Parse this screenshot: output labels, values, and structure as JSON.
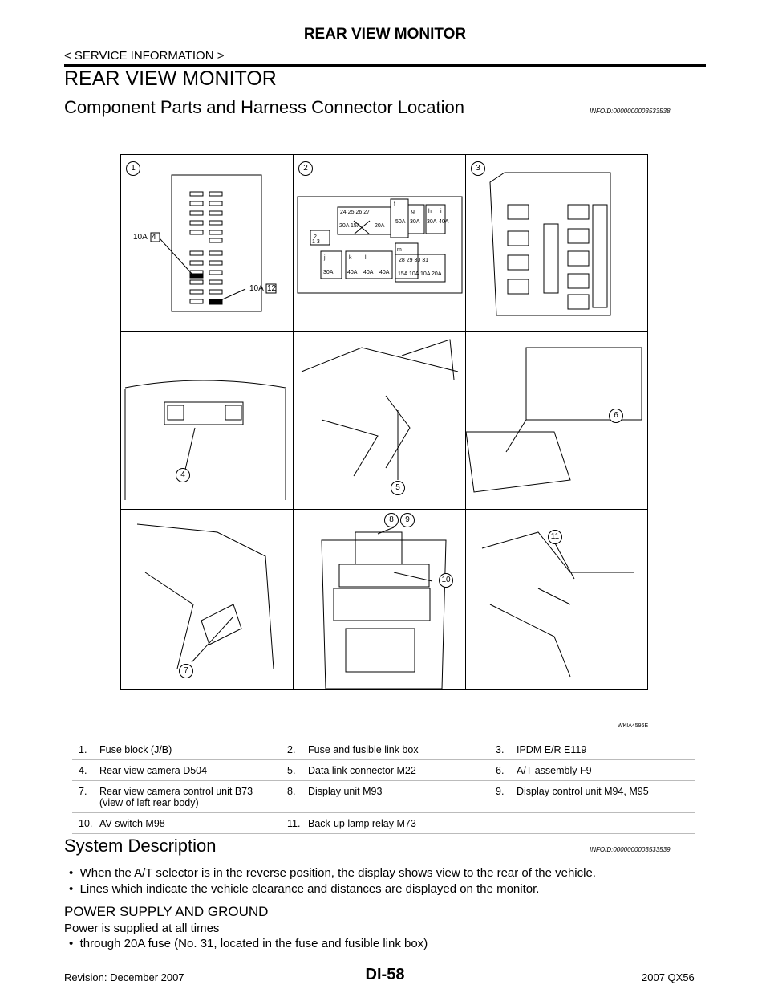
{
  "header": {
    "title": "REAR VIEW MONITOR",
    "section": "< SERVICE INFORMATION >"
  },
  "page_title": "REAR VIEW MONITOR",
  "section1": {
    "title": "Component Parts and Harness Connector Location",
    "info_id": "INFOID:0000000003533538"
  },
  "figure": {
    "code": "WKIA4596E",
    "callouts": [
      "1",
      "2",
      "3",
      "4",
      "5",
      "6",
      "7",
      "8",
      "9",
      "10",
      "11"
    ],
    "fuse_labels": {
      "fuse_4": "4",
      "fuse_4_amp": "10A",
      "fuse_12": "12",
      "fuse_12_amp": "10A"
    }
  },
  "legend": [
    [
      {
        "num": "1.",
        "text": "Fuse block (J/B)"
      },
      {
        "num": "2.",
        "text": "Fuse and fusible link box"
      },
      {
        "num": "3.",
        "text": "IPDM E/R E119"
      }
    ],
    [
      {
        "num": "4.",
        "text": "Rear view camera D504"
      },
      {
        "num": "5.",
        "text": "Data link connector M22"
      },
      {
        "num": "6.",
        "text": "A/T assembly F9"
      }
    ],
    [
      {
        "num": "7.",
        "text": "Rear view camera control unit B73 (view of left rear body)"
      },
      {
        "num": "8.",
        "text": "Display unit M93"
      },
      {
        "num": "9.",
        "text": "Display control unit M94, M95"
      }
    ],
    [
      {
        "num": "10.",
        "text": "AV switch M98"
      },
      {
        "num": "11.",
        "text": "Back-up lamp relay M73"
      },
      {
        "num": "",
        "text": ""
      }
    ]
  ],
  "section2": {
    "title": "System Description",
    "info_id": "INFOID:0000000003533539",
    "bullets": [
      "When the A/T selector is in the reverse position, the display shows view to the rear of the vehicle.",
      "Lines which indicate the vehicle clearance and distances are displayed on the monitor."
    ]
  },
  "power": {
    "heading": "POWER SUPPLY AND GROUND",
    "text": "Power is supplied at all times",
    "bullet": "through 20A fuse (No. 31, located in the fuse and fusible link box)"
  },
  "footer": {
    "revision": "Revision: December 2007",
    "page": "DI-58",
    "model": "2007 QX56"
  }
}
